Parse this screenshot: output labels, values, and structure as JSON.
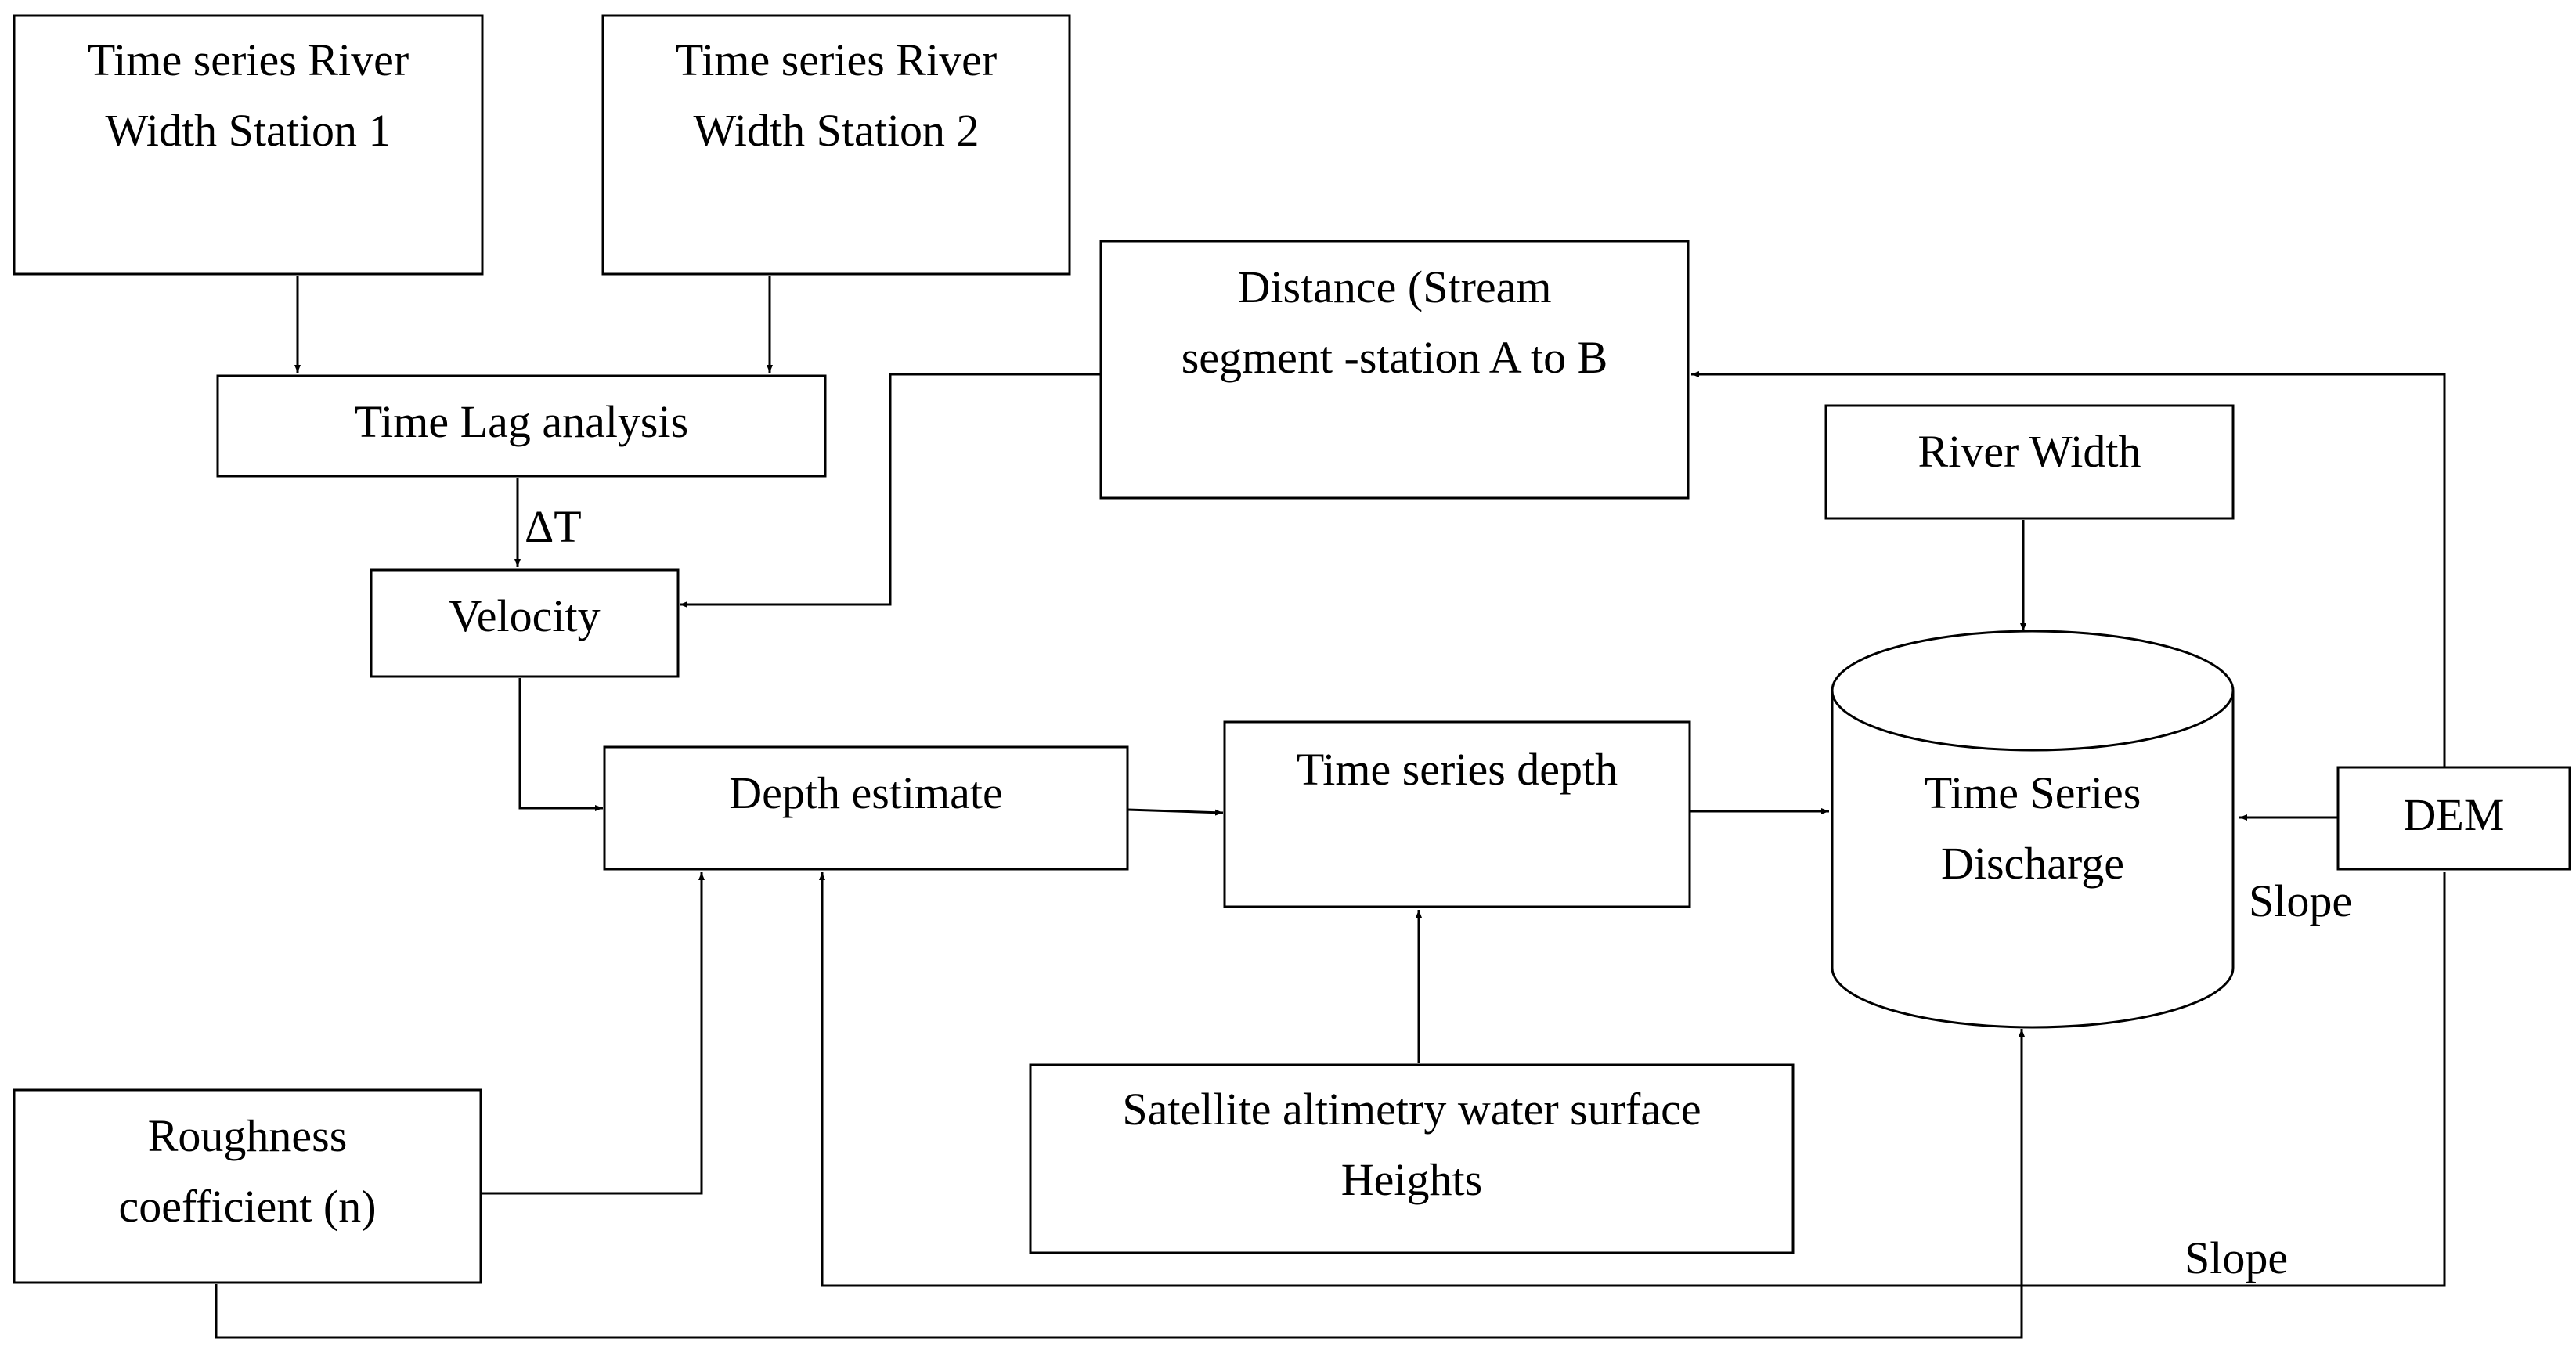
{
  "nodes": {
    "width_station_1": {
      "lines": [
        "Time series River",
        "Width Station 1"
      ]
    },
    "width_station_2": {
      "lines": [
        "Time series River",
        "Width Station 2"
      ]
    },
    "time_lag": {
      "lines": [
        "Time Lag analysis"
      ]
    },
    "distance": {
      "lines": [
        "Distance (Stream",
        "segment -station A to B"
      ]
    },
    "velocity": {
      "lines": [
        "Velocity"
      ]
    },
    "river_width": {
      "lines": [
        "River Width"
      ]
    },
    "depth_estimate": {
      "lines": [
        "Depth estimate"
      ]
    },
    "time_series_depth": {
      "lines": [
        "Time series depth"
      ]
    },
    "time_series_discharge": {
      "lines": [
        "Time Series",
        "Discharge"
      ]
    },
    "dem": {
      "lines": [
        "DEM"
      ]
    },
    "roughness": {
      "lines": [
        "Roughness",
        "coefficient (n)"
      ]
    },
    "altimetry": {
      "lines": [
        "Satellite altimetry water surface",
        "Heights"
      ]
    }
  },
  "edge_labels": {
    "delta_t": "ΔT",
    "slope_right": "Slope",
    "slope_bottom": "Slope"
  }
}
